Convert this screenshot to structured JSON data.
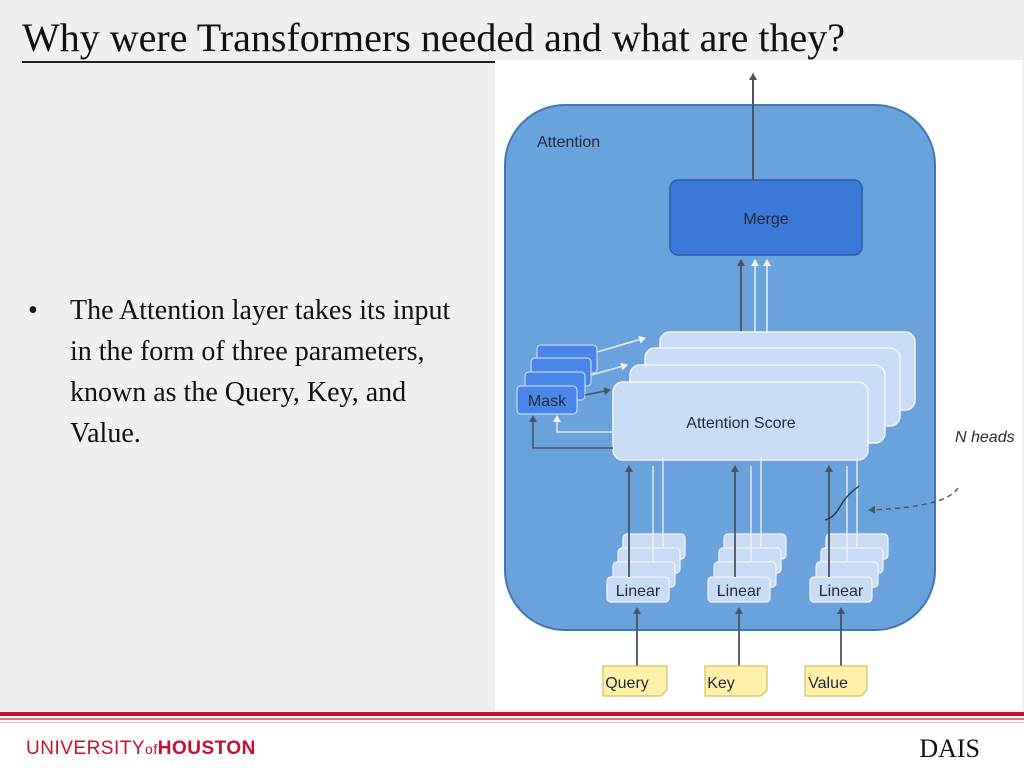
{
  "slide": {
    "title": "Why were Transformers needed and what are they?",
    "bullet": "The Attention layer takes its input in the form of three parameters, known as the Query, Key, and Value."
  },
  "diagram": {
    "outer_label": "Attention",
    "merge_label": "Merge",
    "score_label": "Attention Score",
    "mask_label": "Mask",
    "linear_labels": [
      "Linear",
      "Linear",
      "Linear"
    ],
    "inputs": [
      "Query",
      "Key",
      "Value"
    ],
    "heads_label": "N heads",
    "colors": {
      "outer": "#6aa3dc",
      "merge": "#3b78d8",
      "score": "#c9dcf6",
      "linear": "#c9dcf6",
      "input_note": "#fff2a8"
    }
  },
  "footer": {
    "university": "UNIVERSITY",
    "of": "of",
    "houston": "HOUSTON",
    "lab": "DAIS"
  }
}
